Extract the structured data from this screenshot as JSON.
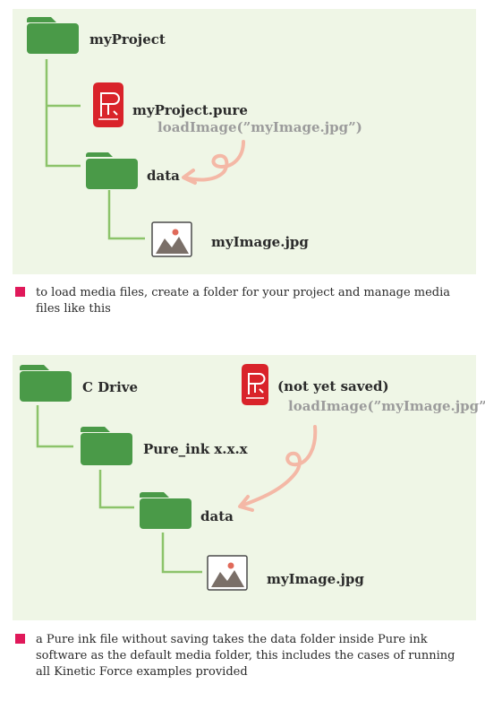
{
  "colors": {
    "panel_bg": "#eff6e6",
    "folder_green": "#4a9a48",
    "connector_green": "#8cc36a",
    "pure_red": "#d9232a",
    "arrow_salmon": "#f4b8a6",
    "bullet_pink": "#e0195a",
    "code_gray": "#9c9c9c"
  },
  "diagram1": {
    "root_folder": "myProject",
    "pure_file": "myProject.pure",
    "code": "loadImage(”myImage.jpg”)",
    "data_folder": "data",
    "image_file": "myImage.jpg"
  },
  "note1": "to load media files, create a folder for your project and manage media files like this",
  "diagram2": {
    "root_folder": "C Drive",
    "pure_status": "(not yet saved)",
    "code": "loadImage(”myImage.jpg”)",
    "app_folder": "Pure_ink x.x.x",
    "data_folder": "data",
    "image_file": "myImage.jpg"
  },
  "note2": "a Pure ink file without saving takes the data folder inside Pure ink software as the default media folder, this includes the cases of running all Kinetic Force examples provided"
}
